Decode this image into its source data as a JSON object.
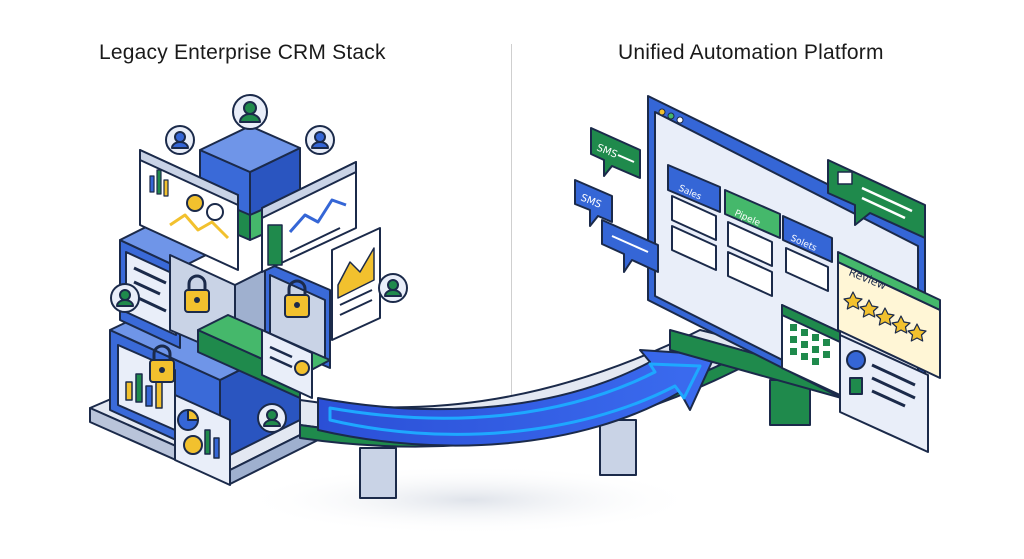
{
  "headings": {
    "left": "Legacy Enterprise CRM Stack",
    "right": "Unified Automation Platform"
  },
  "dashboard": {
    "columns": [
      "Sales",
      "Pipele",
      "Solets"
    ],
    "review_label": "Review",
    "review_stars": 5
  },
  "chat_bubbles": {
    "sms_1": "SMS",
    "sms_2": "SMS"
  },
  "colors": {
    "blue": "#3566d6",
    "blue_light": "#6f95e8",
    "green": "#1f8a4c",
    "green_light": "#45b86b",
    "yellow": "#f2c12e",
    "outline": "#1b2a4a",
    "panel": "#e8eef9",
    "glow": "#1ea8ff"
  }
}
